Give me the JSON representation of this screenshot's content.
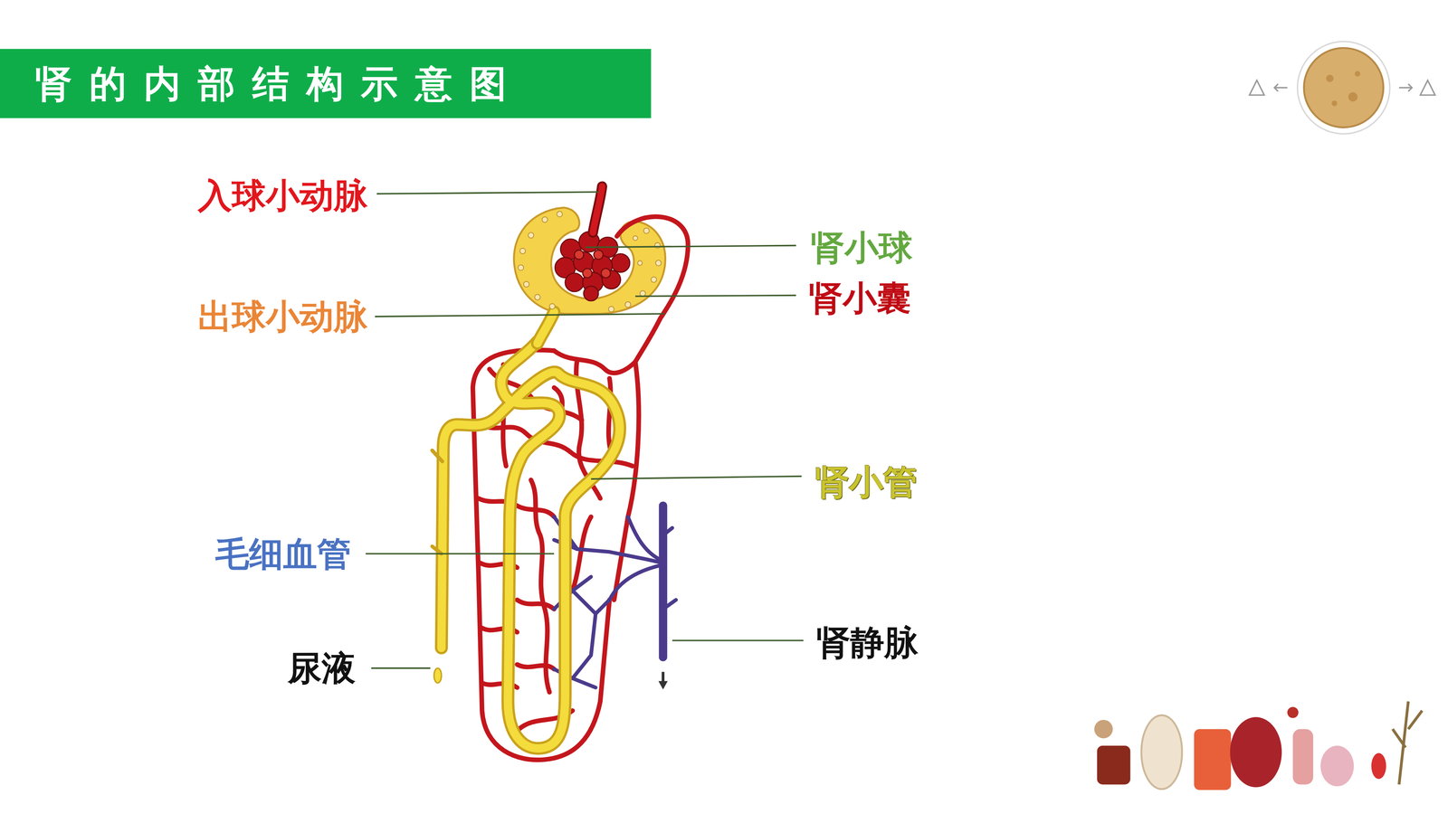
{
  "diagram": {
    "title": "肾的内部结构示意图",
    "labels": [
      "入球小动脉",
      "肾小球",
      "肾小囊",
      "出球小动脉",
      "肾小管",
      "毛细血管",
      "尿液",
      "肾静脉"
    ]
  }
}
